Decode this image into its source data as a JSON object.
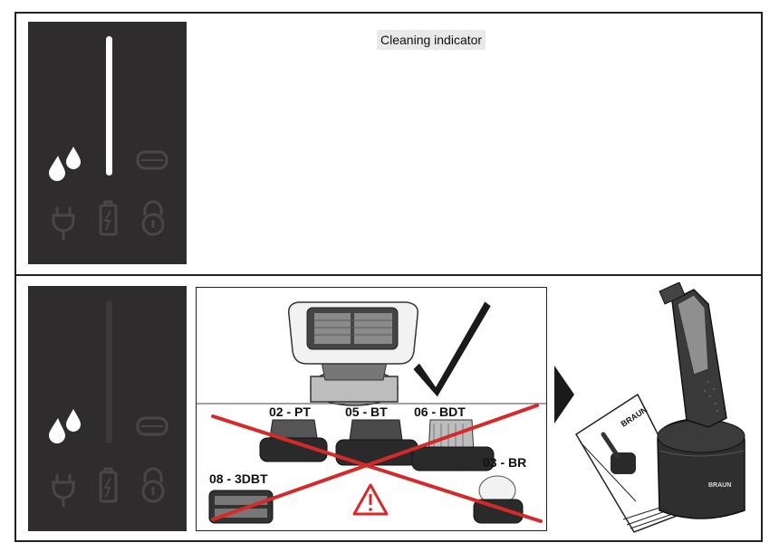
{
  "row1": {
    "indicator_label": "Cleaning indicator",
    "icons": [
      "drops-icon",
      "cleaning-bar",
      "head-icon",
      "plug-icon",
      "battery-icon",
      "lock-icon"
    ]
  },
  "row2": {
    "attachments": {
      "pt": "02 - PT",
      "bt": "05 - BT",
      "bdt": "06 - BDT",
      "threedbt": "08 - 3DBT",
      "br": "03 - BR"
    },
    "brand": "BRAUN"
  },
  "colors": {
    "display_bg": "#2e2c2c",
    "icon_lit": "#ffffff",
    "icon_dim": "#494646",
    "cross_red": "#d42a2a"
  }
}
